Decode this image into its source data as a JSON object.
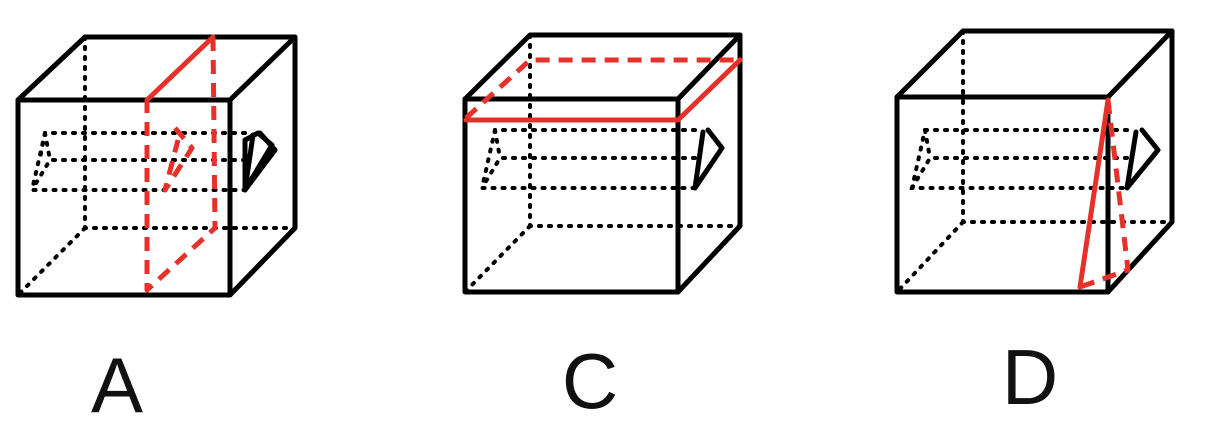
{
  "colors": {
    "cut": "#e8302a",
    "edge": "#000000",
    "background": "#ffffff"
  },
  "figures": [
    {
      "label": "A"
    },
    {
      "label": "C"
    },
    {
      "label": "D"
    }
  ]
}
